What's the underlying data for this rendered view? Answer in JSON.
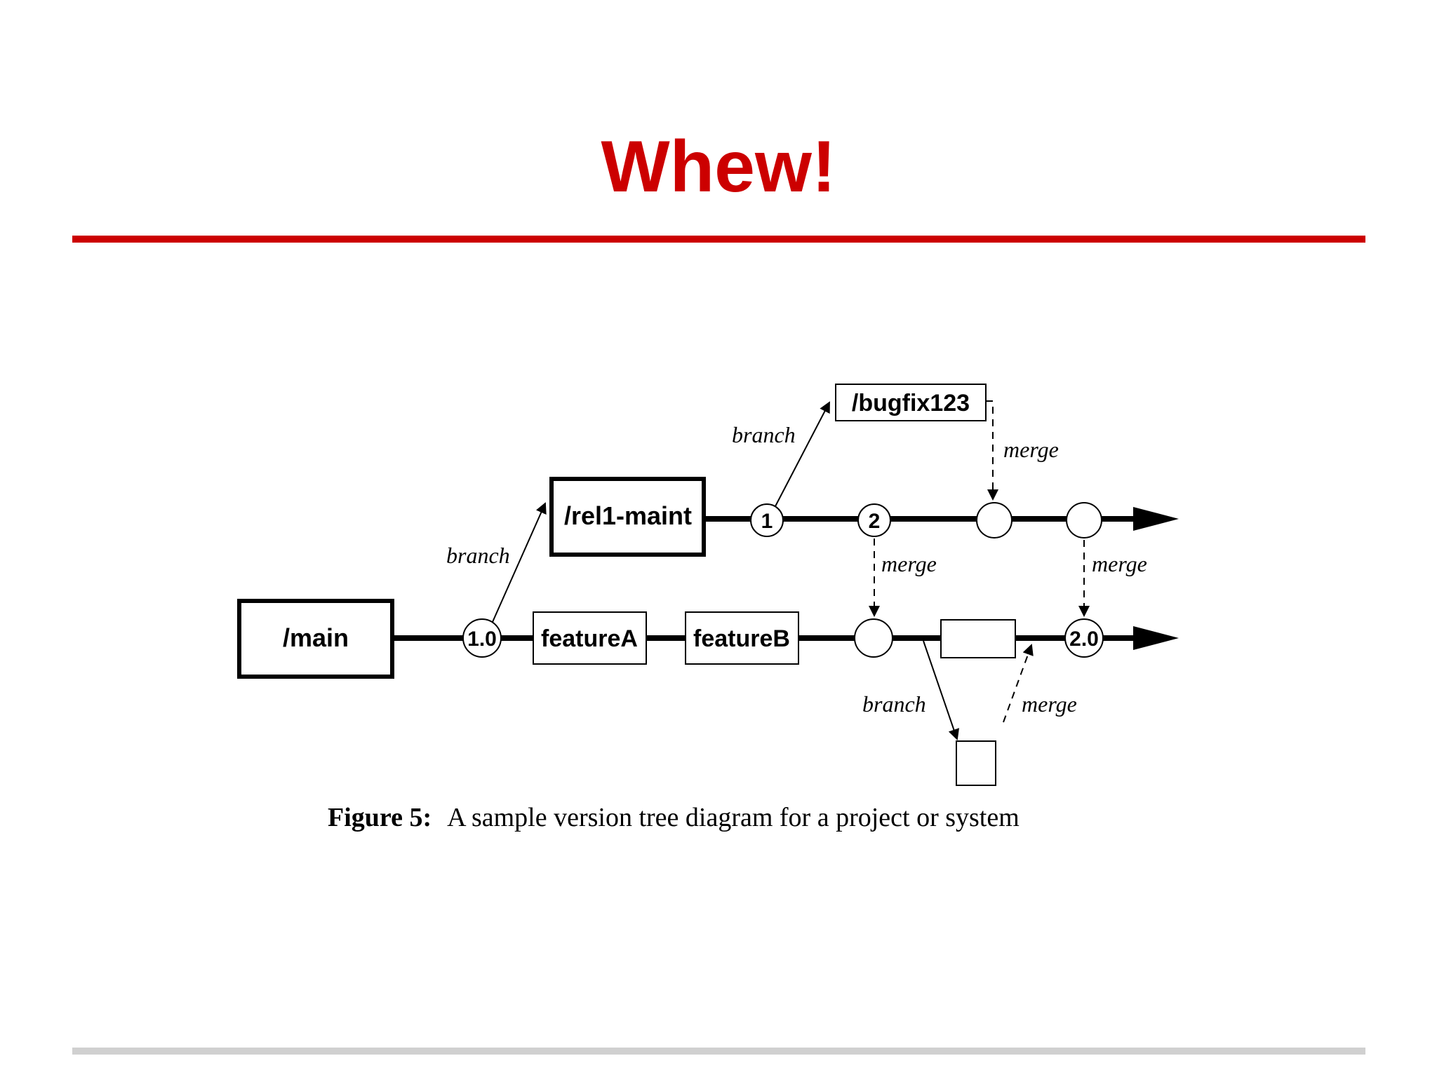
{
  "slide": {
    "title": "Whew!",
    "title_color": "#cc0000",
    "rule_color": "#cc0000",
    "footer_rule_color": "#d0d0d0"
  },
  "diagram": {
    "boxes": {
      "main": "/main",
      "rel1_maint": "/rel1-maint",
      "bugfix": "/bugfix123",
      "feature_a": "featureA",
      "feature_b": "featureB"
    },
    "nodes": {
      "v1_0": "1.0",
      "v1": "1",
      "v2": "2",
      "v2_0": "2.0"
    },
    "edge_labels": {
      "branch_rel1": "branch",
      "branch_bugfix": "branch",
      "merge_bugfix": "merge",
      "merge_2_main": "merge",
      "merge_rel1_end": "merge",
      "branch_main_lower": "branch",
      "merge_lower": "merge"
    },
    "caption": {
      "label": "Figure 5:",
      "text": "A sample version tree diagram for a project or system"
    }
  }
}
